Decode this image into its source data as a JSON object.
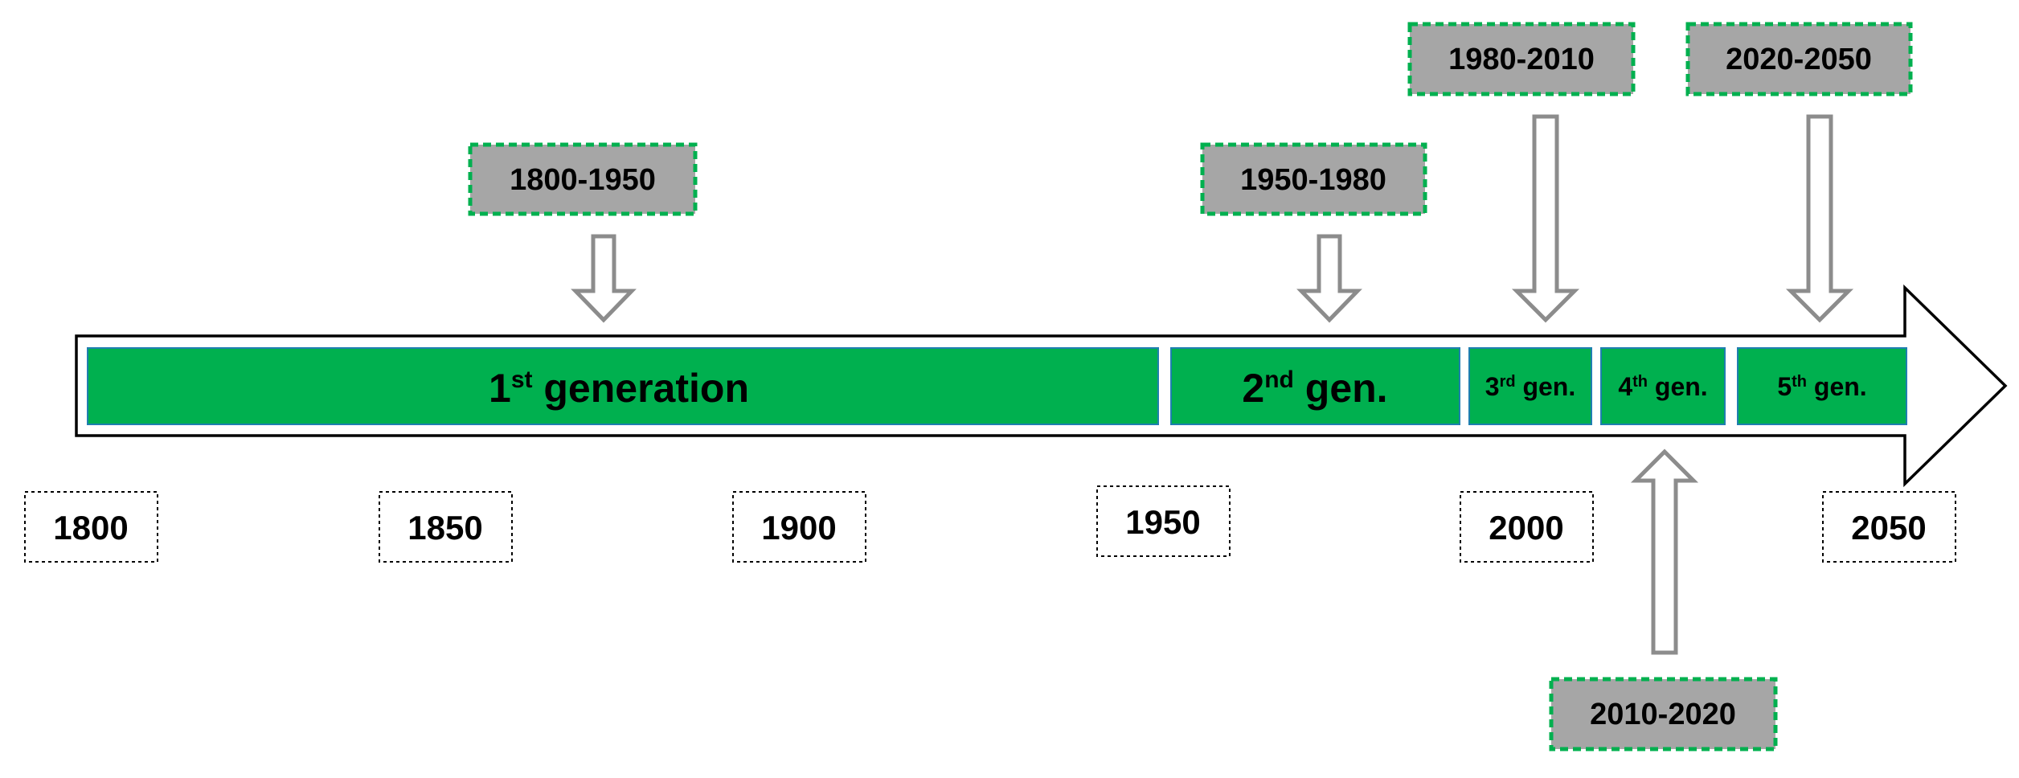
{
  "timeline": {
    "years": [
      "1800",
      "1850",
      "1900",
      "1950",
      "2000",
      "2050"
    ],
    "generations": [
      {
        "id": "gen1",
        "ordinal": "1",
        "suffix": "st",
        "label": " generation"
      },
      {
        "id": "gen2",
        "ordinal": "2",
        "suffix": "nd",
        "label": " gen."
      },
      {
        "id": "gen3",
        "ordinal": "3",
        "suffix": "rd",
        "label": " gen."
      },
      {
        "id": "gen4",
        "ordinal": "4",
        "suffix": "th",
        "label": " gen."
      },
      {
        "id": "gen5",
        "ordinal": "5",
        "suffix": "th",
        "label": " gen."
      }
    ],
    "ranges": [
      {
        "id": "gen1",
        "label": "1800-1950",
        "position": "above"
      },
      {
        "id": "gen2",
        "label": "1950-1980",
        "position": "above"
      },
      {
        "id": "gen3",
        "label": "1980-2010",
        "position": "above"
      },
      {
        "id": "gen4",
        "label": "2010-2020",
        "position": "below"
      },
      {
        "id": "gen5",
        "label": "2020-2050",
        "position": "above"
      }
    ]
  },
  "colors": {
    "generation_fill": "#00b04f",
    "generation_stroke": "#1f7fb0",
    "range_fill": "#a6a6a6",
    "range_border": "#00b04f",
    "arrow_stroke": "#8c8c8c",
    "timeline_stroke": "#000000"
  }
}
